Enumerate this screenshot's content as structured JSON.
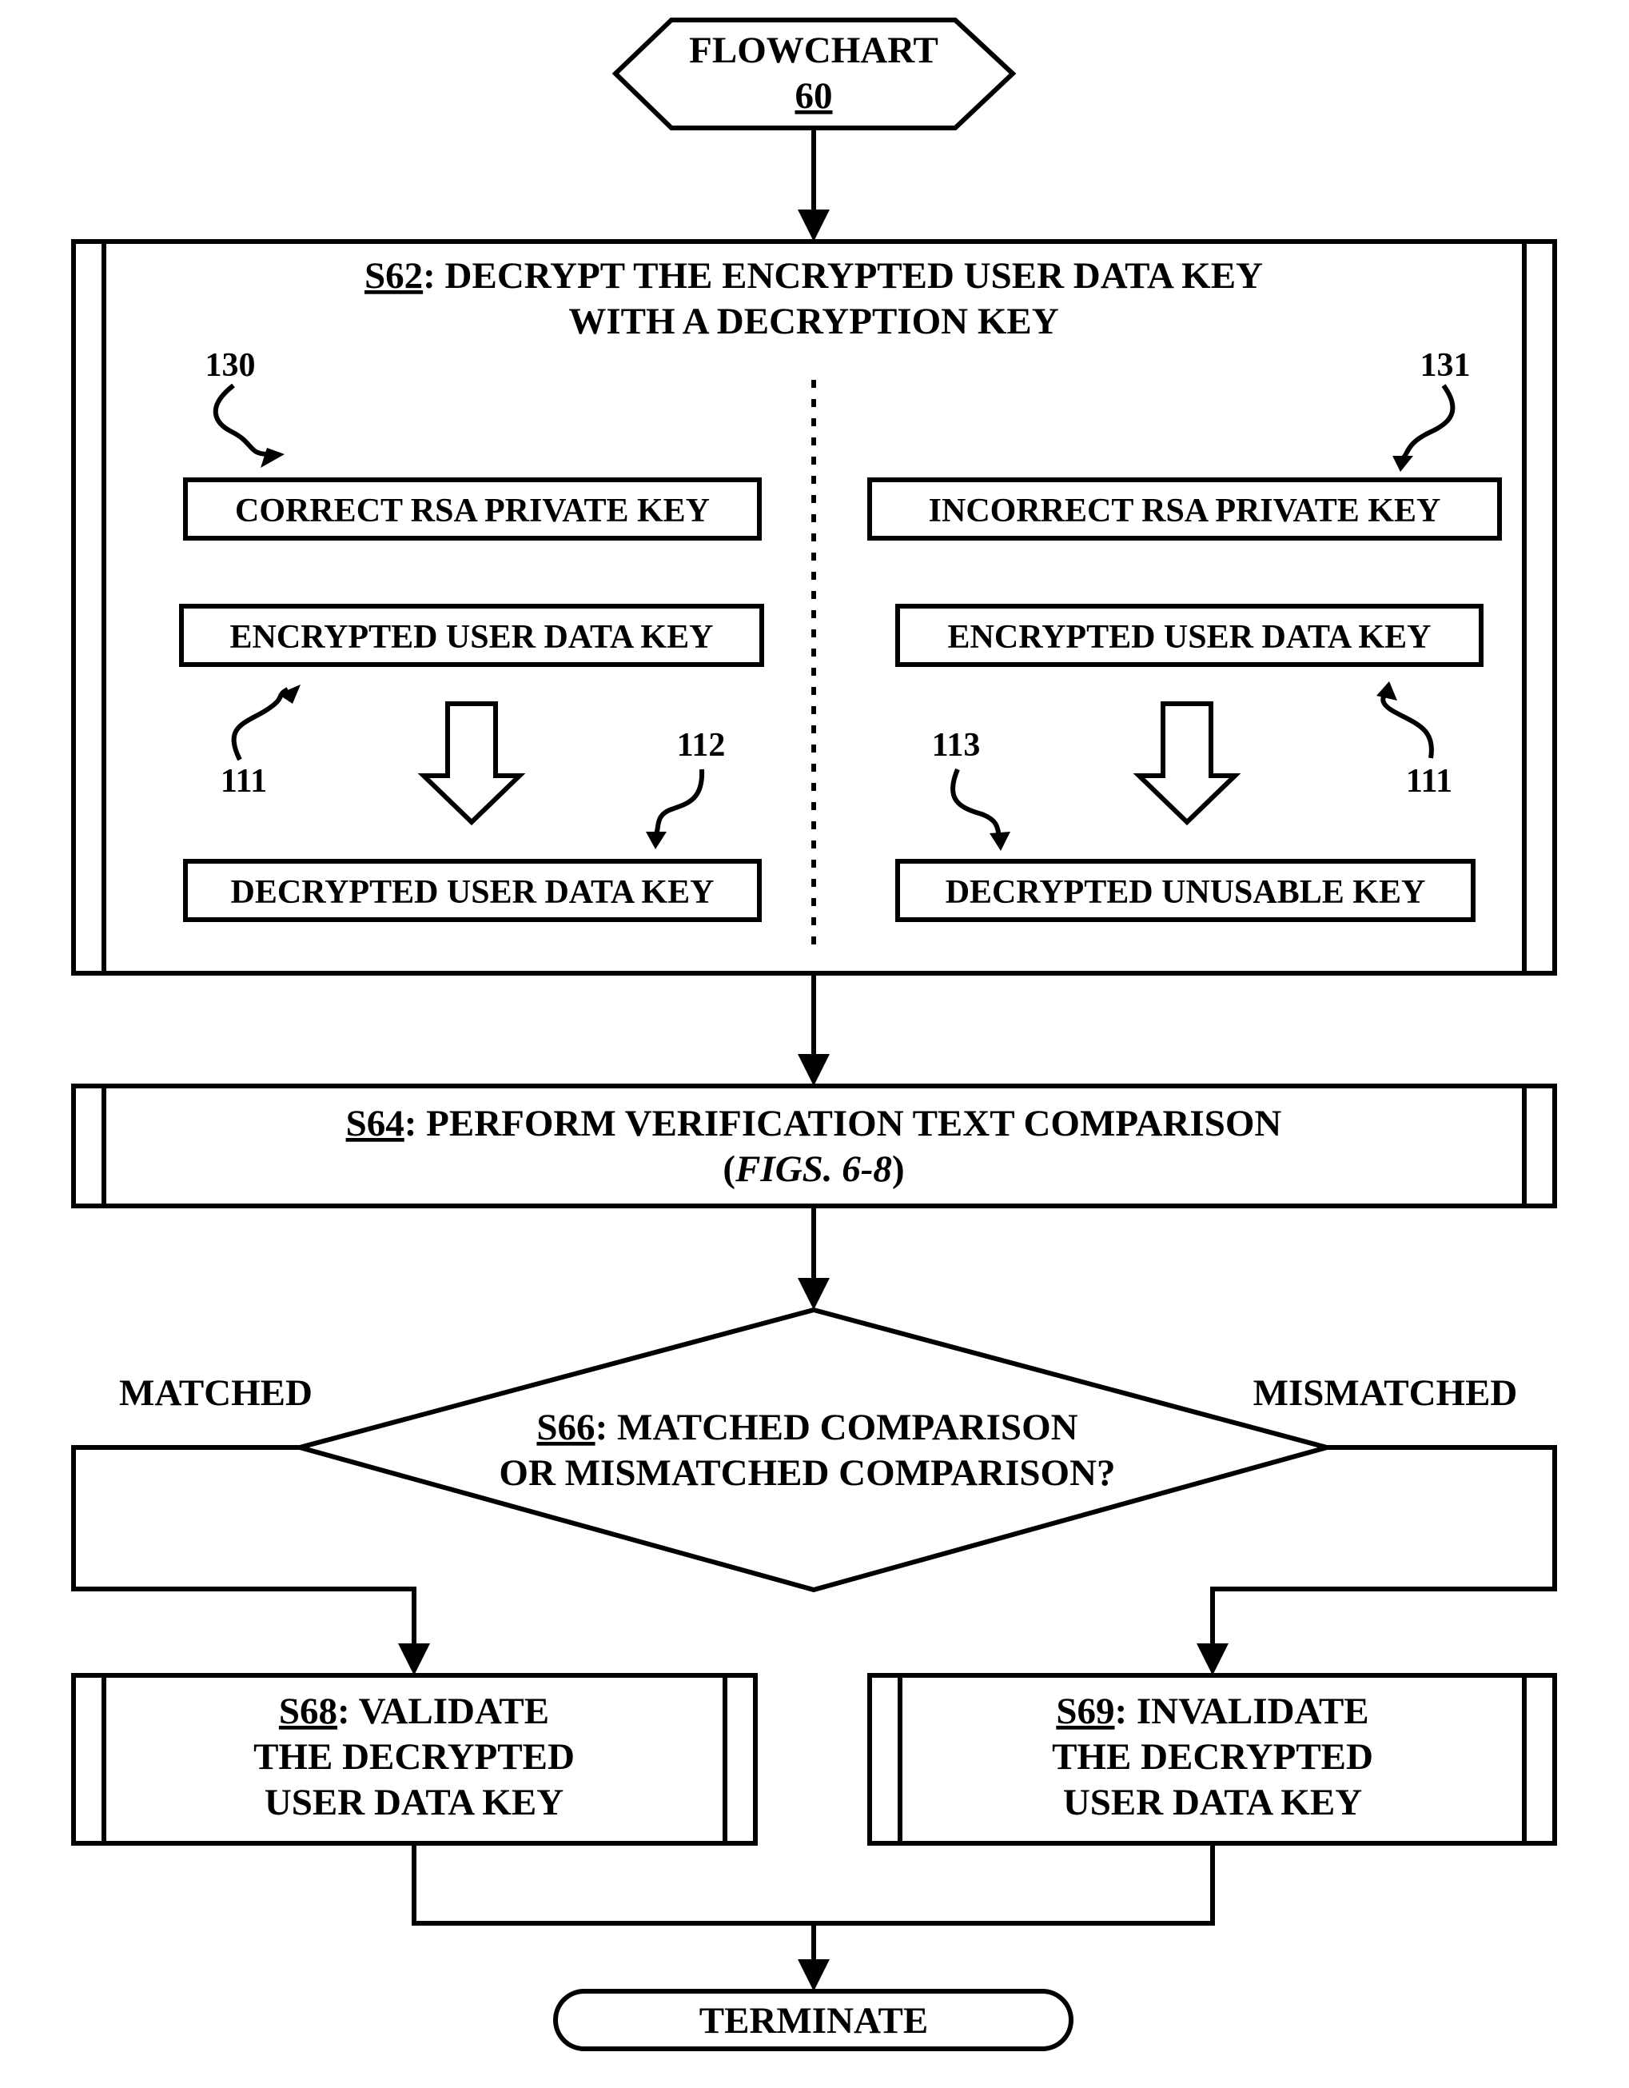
{
  "start": {
    "title": "FLOWCHART",
    "number": "60"
  },
  "s62": {
    "id": "S62",
    "line1": ": DECRYPT THE ENCRYPTED USER DATA KEY",
    "line2": "WITH A DECRYPTION KEY",
    "left": {
      "key_ref": "130",
      "key_label": "CORRECT RSA PRIVATE KEY",
      "encrypted_label": "ENCRYPTED USER DATA KEY",
      "encrypted_ref": "111",
      "result_ref": "112",
      "result_label": "DECRYPTED USER DATA KEY"
    },
    "right": {
      "key_ref": "131",
      "key_label": "INCORRECT RSA PRIVATE KEY",
      "encrypted_label": "ENCRYPTED USER DATA KEY",
      "encrypted_ref": "111",
      "result_ref": "113",
      "result_label": "DECRYPTED UNUSABLE KEY"
    }
  },
  "s64": {
    "id": "S64",
    "line1": ": PERFORM VERIFICATION TEXT COMPARISON",
    "line2_open": "(",
    "line2_italic": "FIGS. 6-8",
    "line2_close": ")"
  },
  "s66": {
    "id": "S66",
    "line1": ": MATCHED COMPARISON",
    "line2": "OR MISMATCHED COMPARISON?",
    "left_branch": "MATCHED",
    "right_branch": "MISMATCHED"
  },
  "s68": {
    "id": "S68",
    "line1": ": VALIDATE",
    "line2": "THE DECRYPTED",
    "line3": "USER DATA KEY"
  },
  "s69": {
    "id": "S69",
    "line1": ": INVALIDATE",
    "line2": "THE DECRYPTED",
    "line3": "USER DATA KEY"
  },
  "end": {
    "label": "TERMINATE"
  }
}
